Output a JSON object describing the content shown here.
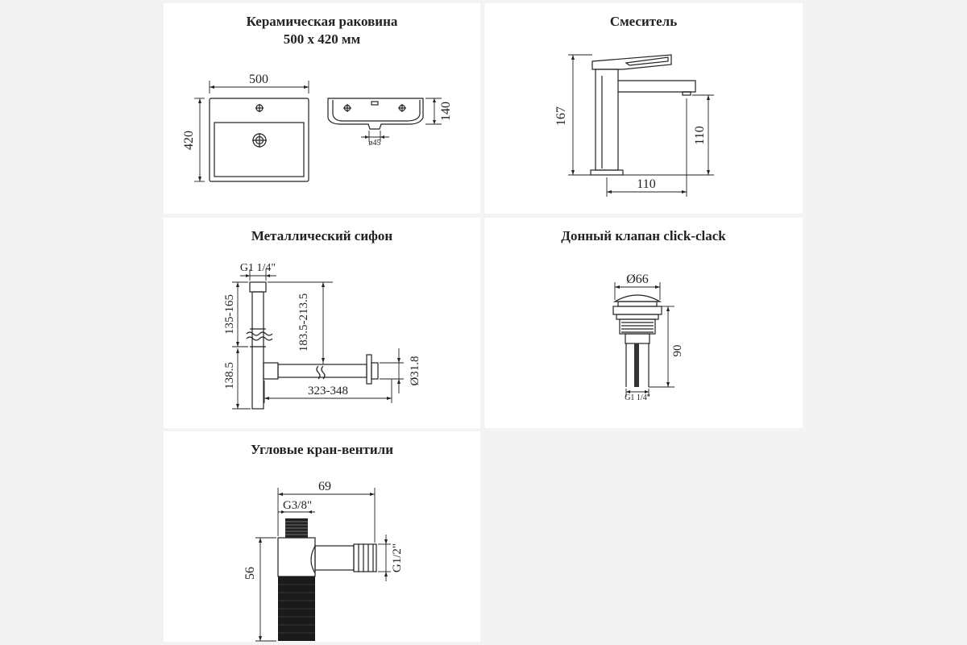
{
  "sink": {
    "title_line1": "Керамическая раковина",
    "title_line2": "500 x 420 мм",
    "dim_width": "500",
    "dim_depth": "420",
    "dim_height": "140",
    "dim_drain": "ø45"
  },
  "mixer": {
    "title": "Смеситель",
    "dim_height": "167",
    "dim_spout_height": "110",
    "dim_reach": "110"
  },
  "siphon": {
    "title": "Металлический сифон",
    "dim_thread": "G1 1/4\"",
    "dim_upper": "135-165",
    "dim_lower": "138.5",
    "dim_offset": "183.5-213.5",
    "dim_length": "323-348",
    "dim_pipe": "Ø31.8"
  },
  "valve": {
    "title": "Донный клапан click-clack",
    "dim_diameter": "Ø66",
    "dim_height": "90",
    "dim_thread": "G1 1/4\""
  },
  "angle_valve": {
    "title": "Угловые кран-вентили",
    "dim_width": "69",
    "dim_inlet": "G3/8\"",
    "dim_height": "56",
    "dim_outlet": "G1/2\""
  }
}
